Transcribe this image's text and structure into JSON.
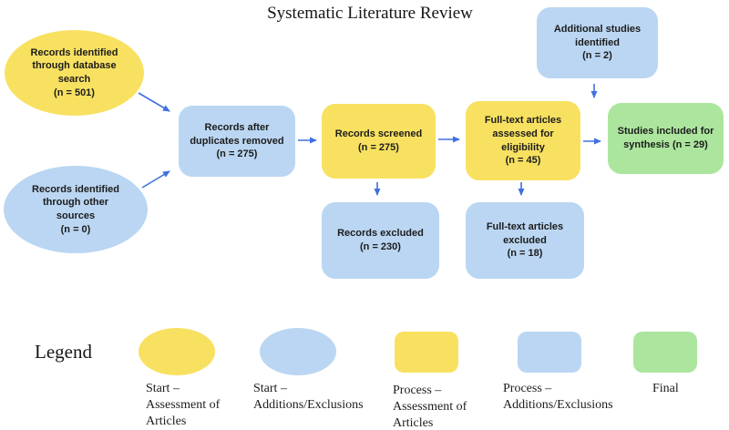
{
  "title": "Systematic Literature Review",
  "colors": {
    "yellow": "#F8E161",
    "blue": "#BAD6F2",
    "green": "#ACE69E",
    "arrow": "#3E70E0",
    "text": "#1C1C1C"
  },
  "flow": {
    "records_db": {
      "shape": "ellipse",
      "color": "yellow",
      "label": "Records identified\nthrough database\nsearch\n(n = 501)"
    },
    "records_other": {
      "shape": "ellipse",
      "color": "blue",
      "label": "Records identified\nthrough other\nsources\n(n = 0)"
    },
    "after_duplicates": {
      "shape": "rounded-rect",
      "color": "blue",
      "label": "Records after\nduplicates removed\n(n = 275)"
    },
    "screened": {
      "shape": "rounded-rect",
      "color": "yellow",
      "label": "Records screened\n(n = 275)"
    },
    "fulltext_assessed": {
      "shape": "rounded-rect",
      "color": "yellow",
      "label": "Full-text articles\nassessed for\neligibility\n(n = 45)"
    },
    "included": {
      "shape": "rounded-rect",
      "color": "green",
      "label": "Studies included for\nsynthesis (n = 29)"
    },
    "additional": {
      "shape": "rounded-rect",
      "color": "blue",
      "label": "Additional studies\nidentified\n(n = 2)"
    },
    "records_excluded": {
      "shape": "rounded-rect",
      "color": "blue",
      "label": "Records excluded\n(n = 230)"
    },
    "fulltext_excluded": {
      "shape": "rounded-rect",
      "color": "blue",
      "label": "Full-text articles\nexcluded\n(n = 18)"
    }
  },
  "legend": {
    "heading": "Legend",
    "items": [
      {
        "shape": "ellipse",
        "color": "yellow",
        "label": "Start –\nAssessment of\nArticles"
      },
      {
        "shape": "ellipse",
        "color": "blue",
        "label": "Start –\nAdditions/Exclusions"
      },
      {
        "shape": "rounded-rect",
        "color": "yellow",
        "label": "Process –\nAssessment of\nArticles"
      },
      {
        "shape": "rounded-rect",
        "color": "blue",
        "label": "Process –\nAdditions/Exclusions"
      },
      {
        "shape": "rounded-rect",
        "color": "green",
        "label": "Final"
      }
    ]
  }
}
